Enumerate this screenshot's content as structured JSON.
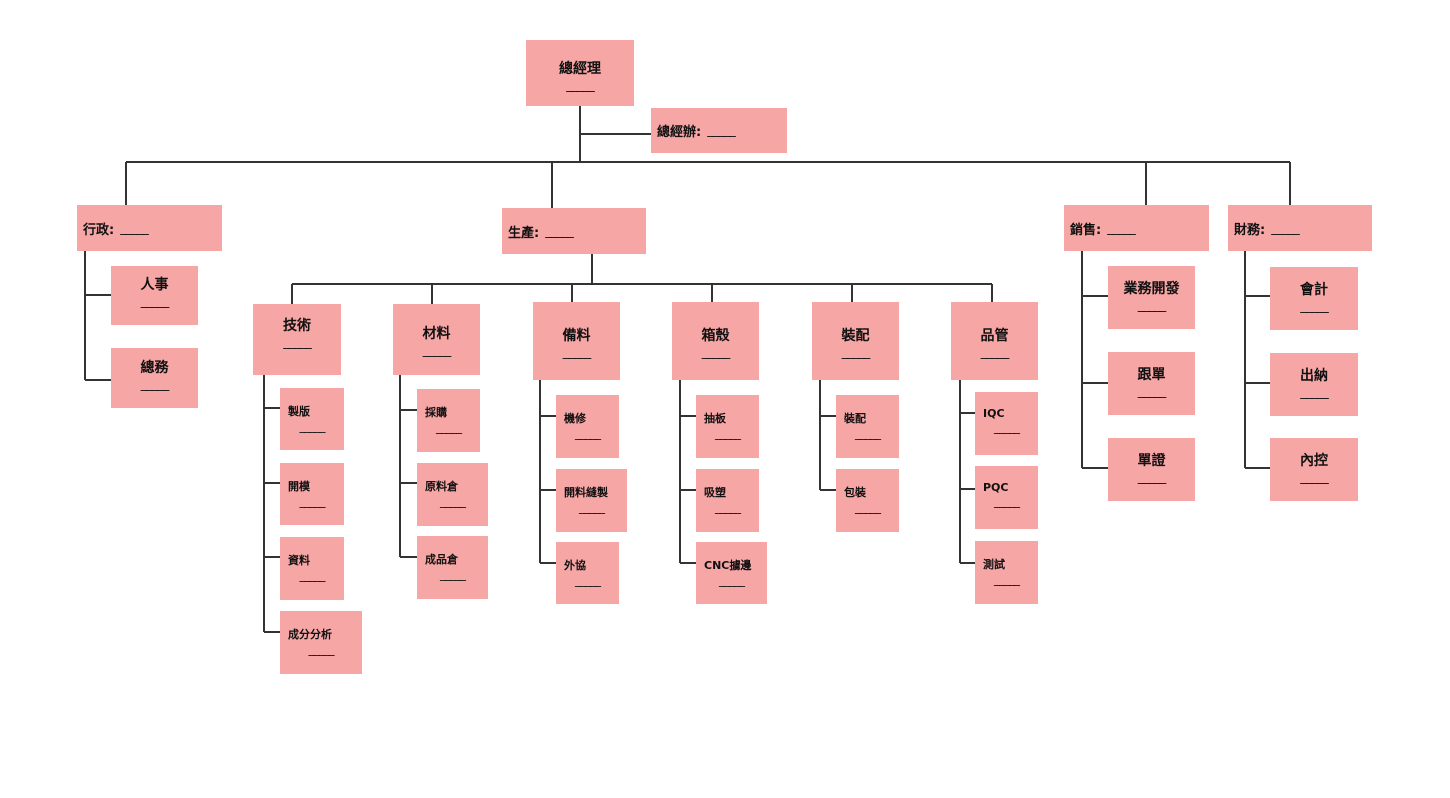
{
  "blank": "_____",
  "top": {
    "label": "總經理",
    "blank": "_____"
  },
  "office": {
    "label": "總經辦:",
    "blank": "_____"
  },
  "depts": {
    "admin": {
      "label": "行政:",
      "blank": "_____"
    },
    "production": {
      "label": "生產:",
      "blank": "_____"
    },
    "sales": {
      "label": "銷售:",
      "blank": "_____"
    },
    "finance": {
      "label": "財務:",
      "blank": "_____"
    }
  },
  "admin_units": [
    "人事",
    "總務"
  ],
  "production_units": [
    "技術",
    "材料",
    "備料",
    "箱殼",
    "裝配",
    "品管"
  ],
  "sales_units": [
    "業務開發",
    "跟單",
    "單證"
  ],
  "finance_units": [
    "會計",
    "出納",
    "內控"
  ],
  "tech_units": [
    "製版",
    "開模",
    "資料",
    "成分分析"
  ],
  "material_units": [
    "採購",
    "原料倉",
    "成品倉"
  ],
  "prep_units": [
    "機修",
    "開料縫製",
    "外協"
  ],
  "case_units": [
    "抽板",
    "吸塑",
    "CNC擄邊"
  ],
  "assembly_units": [
    "裝配",
    "包裝"
  ],
  "qc_units": [
    "IQC",
    "PQC",
    "測試"
  ],
  "colors": {
    "box": "#f7a6a6",
    "line": "#333333"
  }
}
